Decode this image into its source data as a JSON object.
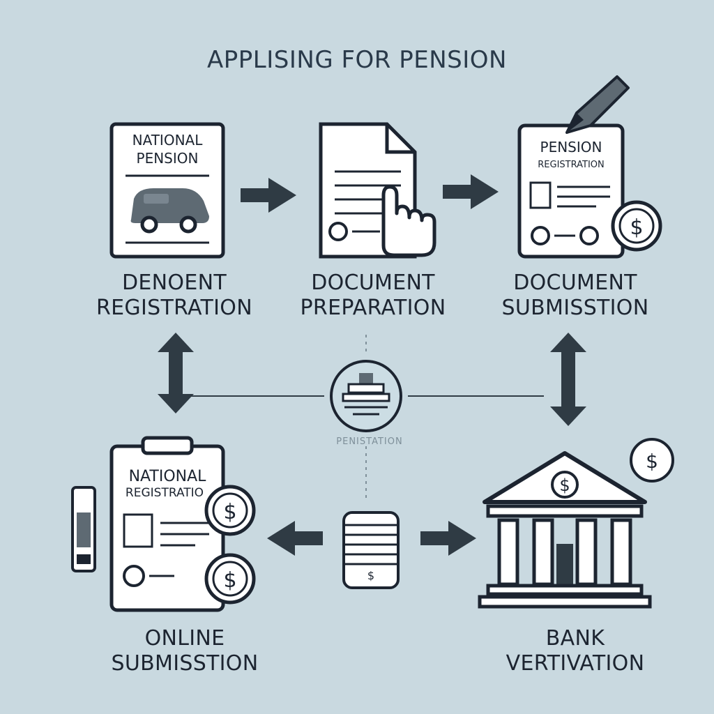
{
  "title": "APPLISING FOR PENSION",
  "steps": {
    "step1": {
      "line1": "DENOENT",
      "line2": "REGISTRATION",
      "doc_line1": "NATIONAL",
      "doc_line2": "PENSION"
    },
    "step2": {
      "line1": "DOCUMENT",
      "line2": "PREPARATION"
    },
    "step3": {
      "line1": "DOCUMENT",
      "line2": "SUBMISSTION",
      "doc_line1": "PENSION",
      "doc_line2": "REGISTRATION"
    },
    "step4": {
      "line1": "ONLINE",
      "line2": "SUBMISSTION",
      "doc_line1": "NATIONAL",
      "doc_line2": "REGISTRATIO"
    },
    "step5": {
      "line1": "BANK",
      "line2": "VERTIVATION"
    }
  },
  "center_caption": "PENISTATION",
  "currency_symbol": "$",
  "colors": {
    "background": "#c9d9e0",
    "ink": "#1c2430",
    "paper": "#ffffff",
    "arrow": "#2f3b44"
  },
  "icons": [
    "document-car-icon",
    "document-hand-icon",
    "document-pen-icon",
    "clipboard-coins-icon",
    "bank-icon",
    "stamp-icon",
    "money-stack-icon",
    "phone-icon",
    "coin-icon"
  ]
}
